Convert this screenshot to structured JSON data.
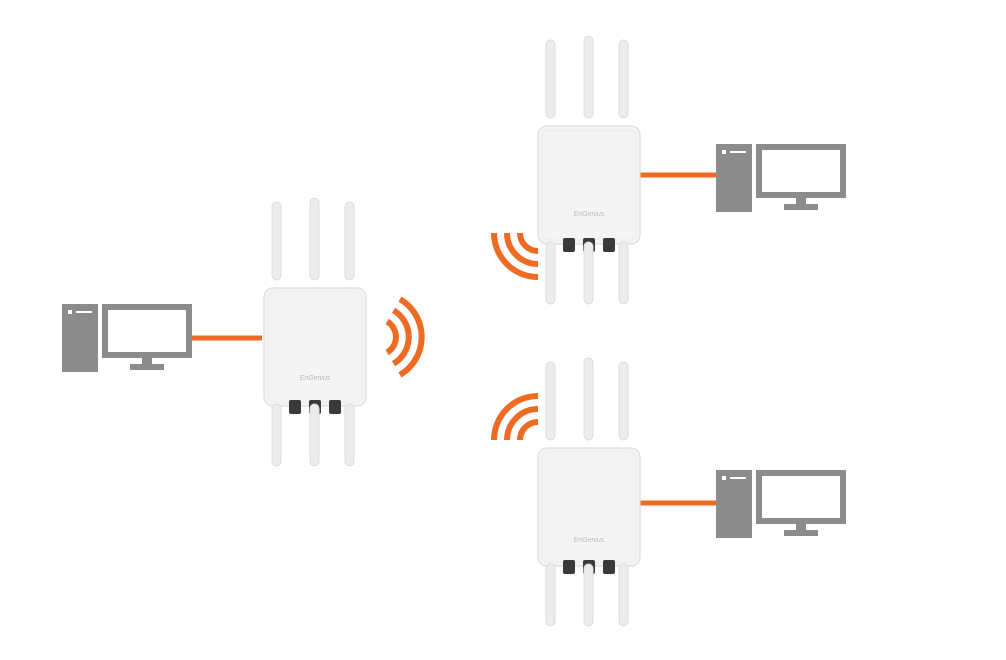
{
  "diagram": {
    "type": "wireless-bridge-topology",
    "colors": {
      "link": "#ee6b24",
      "signal": "#ee6b24",
      "computer": "#8c8c8c",
      "ap_body": "#f4f4f4",
      "ap_edge": "#dcdcdc",
      "antenna": "#ececec",
      "connector": "#3a3a3a",
      "background": "#ffffff"
    },
    "icons": {
      "access_point": "access-point-icon",
      "computer": "desktop-computer-icon",
      "wifi": "wifi-signal-icon"
    },
    "nodes": [
      {
        "id": "ap-root",
        "kind": "access-point",
        "role": "root",
        "brand_label": "EnGenius"
      },
      {
        "id": "ap-remote-1",
        "kind": "access-point",
        "role": "remote",
        "brand_label": "EnGenius"
      },
      {
        "id": "ap-remote-2",
        "kind": "access-point",
        "role": "remote",
        "brand_label": "EnGenius"
      },
      {
        "id": "pc-left",
        "kind": "computer"
      },
      {
        "id": "pc-top-right",
        "kind": "computer"
      },
      {
        "id": "pc-bottom-right",
        "kind": "computer"
      }
    ],
    "links": [
      {
        "from": "pc-left",
        "to": "ap-root",
        "type": "wired"
      },
      {
        "from": "ap-remote-1",
        "to": "pc-top-right",
        "type": "wired"
      },
      {
        "from": "ap-remote-2",
        "to": "pc-bottom-right",
        "type": "wired"
      },
      {
        "from": "ap-root",
        "to": "ap-remote-1",
        "type": "wireless"
      },
      {
        "from": "ap-root",
        "to": "ap-remote-2",
        "type": "wireless"
      }
    ]
  }
}
